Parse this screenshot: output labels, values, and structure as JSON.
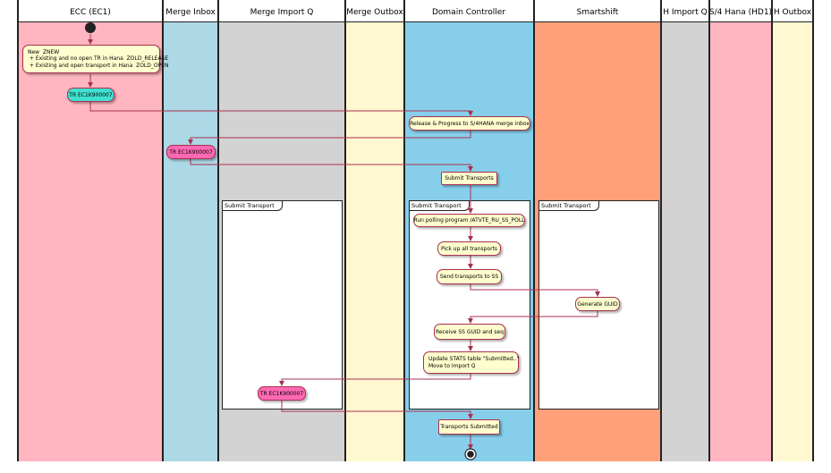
{
  "lanes": [
    {
      "id": "ecc",
      "title": "ECC (EC1)",
      "color": "#ffb6c1"
    },
    {
      "id": "merge_inbox",
      "title": "Merge Inbox",
      "color": "#add8e6"
    },
    {
      "id": "merge_importq",
      "title": "Merge Import Q",
      "color": "#d3d3d3"
    },
    {
      "id": "merge_outbox",
      "title": "Merge Outbox",
      "color": "#fff8d0"
    },
    {
      "id": "domain_controller",
      "title": "Domain Controller",
      "color": "#87ceeb"
    },
    {
      "id": "smartshift",
      "title": "Smartshift",
      "color": "#ffa07a"
    },
    {
      "id": "h_importq",
      "title": "H Import Q",
      "color": "#d3d3d3"
    },
    {
      "id": "s4_hana",
      "title": "S/4 Hana (HD1)",
      "color": "#ffb6c1"
    },
    {
      "id": "h_outbox",
      "title": "H Outbox",
      "color": "#fff8d0"
    }
  ],
  "frames": [
    {
      "label": "Submit Transport"
    },
    {
      "label": "Submit Transport"
    },
    {
      "label": "Submit Transport"
    }
  ],
  "nodes": {
    "new_znew": "New  ZNEW\n + Existing and no open TR in Hana  ZOLD_RELEASE\n + Existing and open transport in Hana  ZOLD_OPEN",
    "tr_ecc": "TR EC1K900007",
    "release": "Release & Progress to S/4HANA merge inbox",
    "tr_inbox": "TR EC1K900007",
    "submit_transports": "Submit Transports",
    "run_polling": "Run polling program  /ATVTE_RU_SS_POLL",
    "pick_up": "Pick up all transports",
    "send_ss": "Send transports to SS",
    "generate_guid": "Generate GUID",
    "receive_guid": "Receive SS GUID and seq",
    "update_stats": "Update STATS table \"Submitted..\"\nMove to Import Q",
    "tr_importq": "TR EC1K900007",
    "transports_submitted": "Transports Submitted"
  },
  "colors": {
    "activity_fill": "#fefece",
    "activity_border": "#a8314f",
    "arrow": "#a8314f",
    "transport_teal": "#40e0d0",
    "transport_pink": "#ff69b4"
  }
}
